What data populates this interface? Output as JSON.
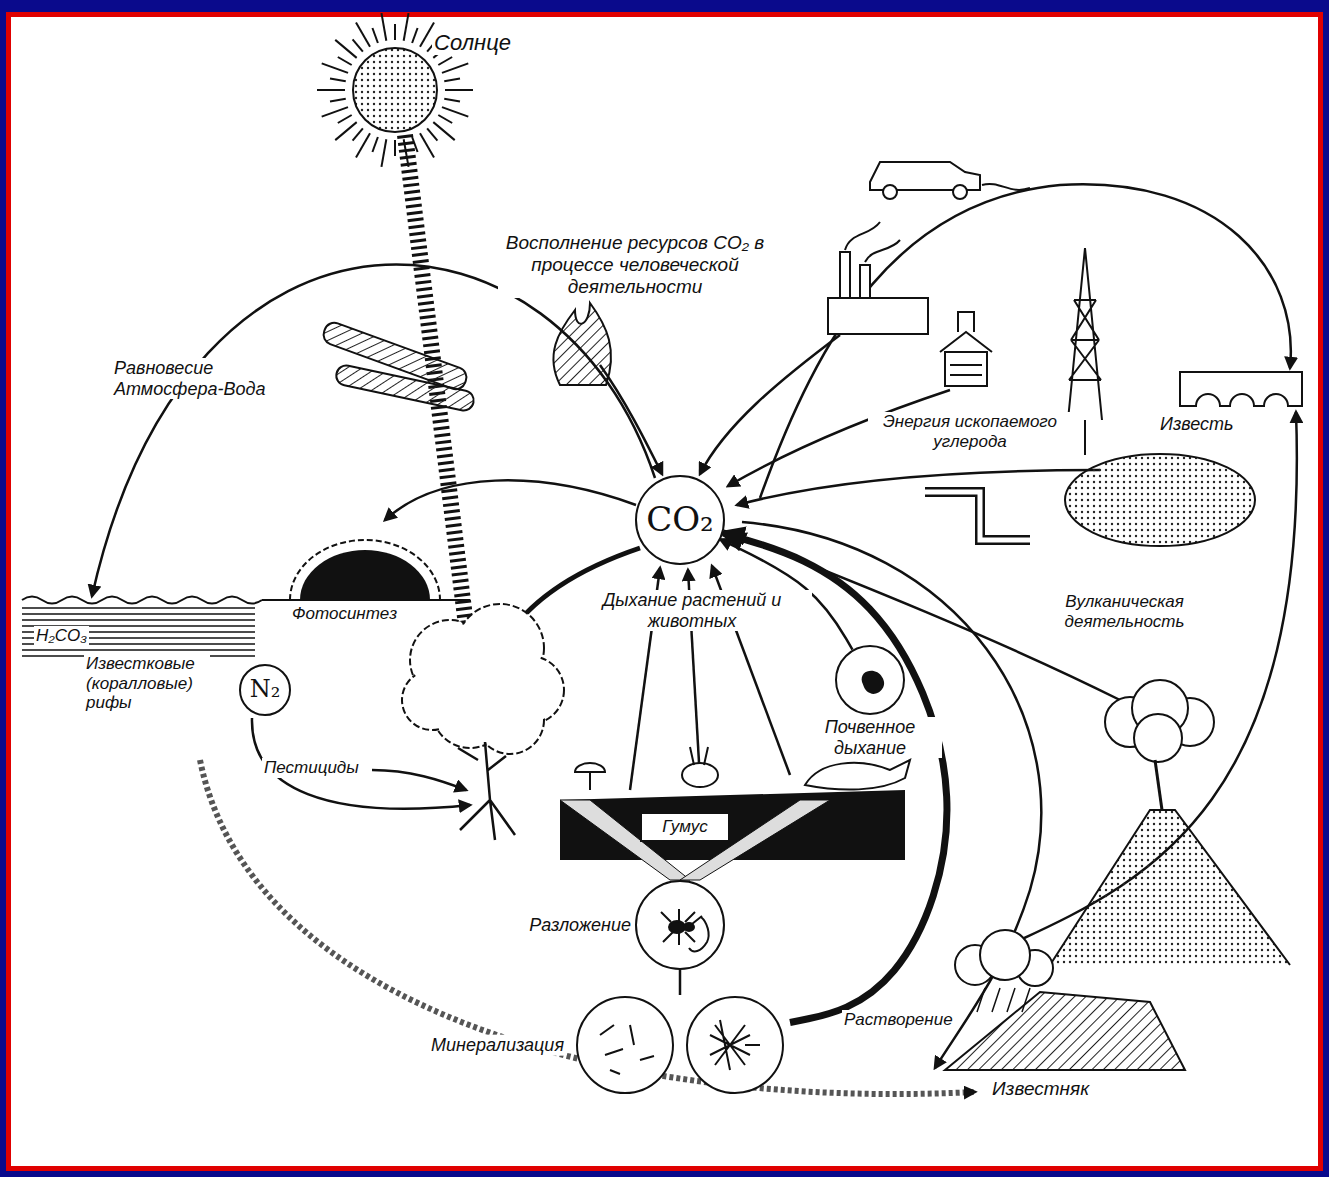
{
  "diagram": {
    "nodes": [
      {
        "text": [
          "CO₂"
        ]
      },
      {
        "text": [
          "Почвенное дыхание"
        ]
      },
      {
        "text": [
          "N₂"
        ]
      },
      {
        "text": [
          "Гумус"
        ]
      },
      {
        "text": [
          "Разложение"
        ]
      },
      {
        "text": [
          "Минерализация"
        ]
      }
    ],
    "edges": [
      {
        "from": 1,
        "to": 0,
        "arrow": "to"
      },
      {
        "from": 4,
        "to": 5,
        "arrow": "none"
      },
      {
        "from": 5,
        "to": 0,
        "arrow": "to"
      }
    ],
    "labels": [
      "Солнце",
      "Восполнение ресурсов CO₂ в процессе человеческой деятельности",
      "Равновесие Атмосфера-Вода",
      "Энергия ископаемого углерода",
      "Известь",
      "Фотосинтез",
      "H₂CO₃",
      "Известковые (коралловые) рифы",
      "Пестициды",
      "Дыхание растений и животных",
      "Вулканическая деятельность",
      "Растворение",
      "Известняк"
    ]
  }
}
